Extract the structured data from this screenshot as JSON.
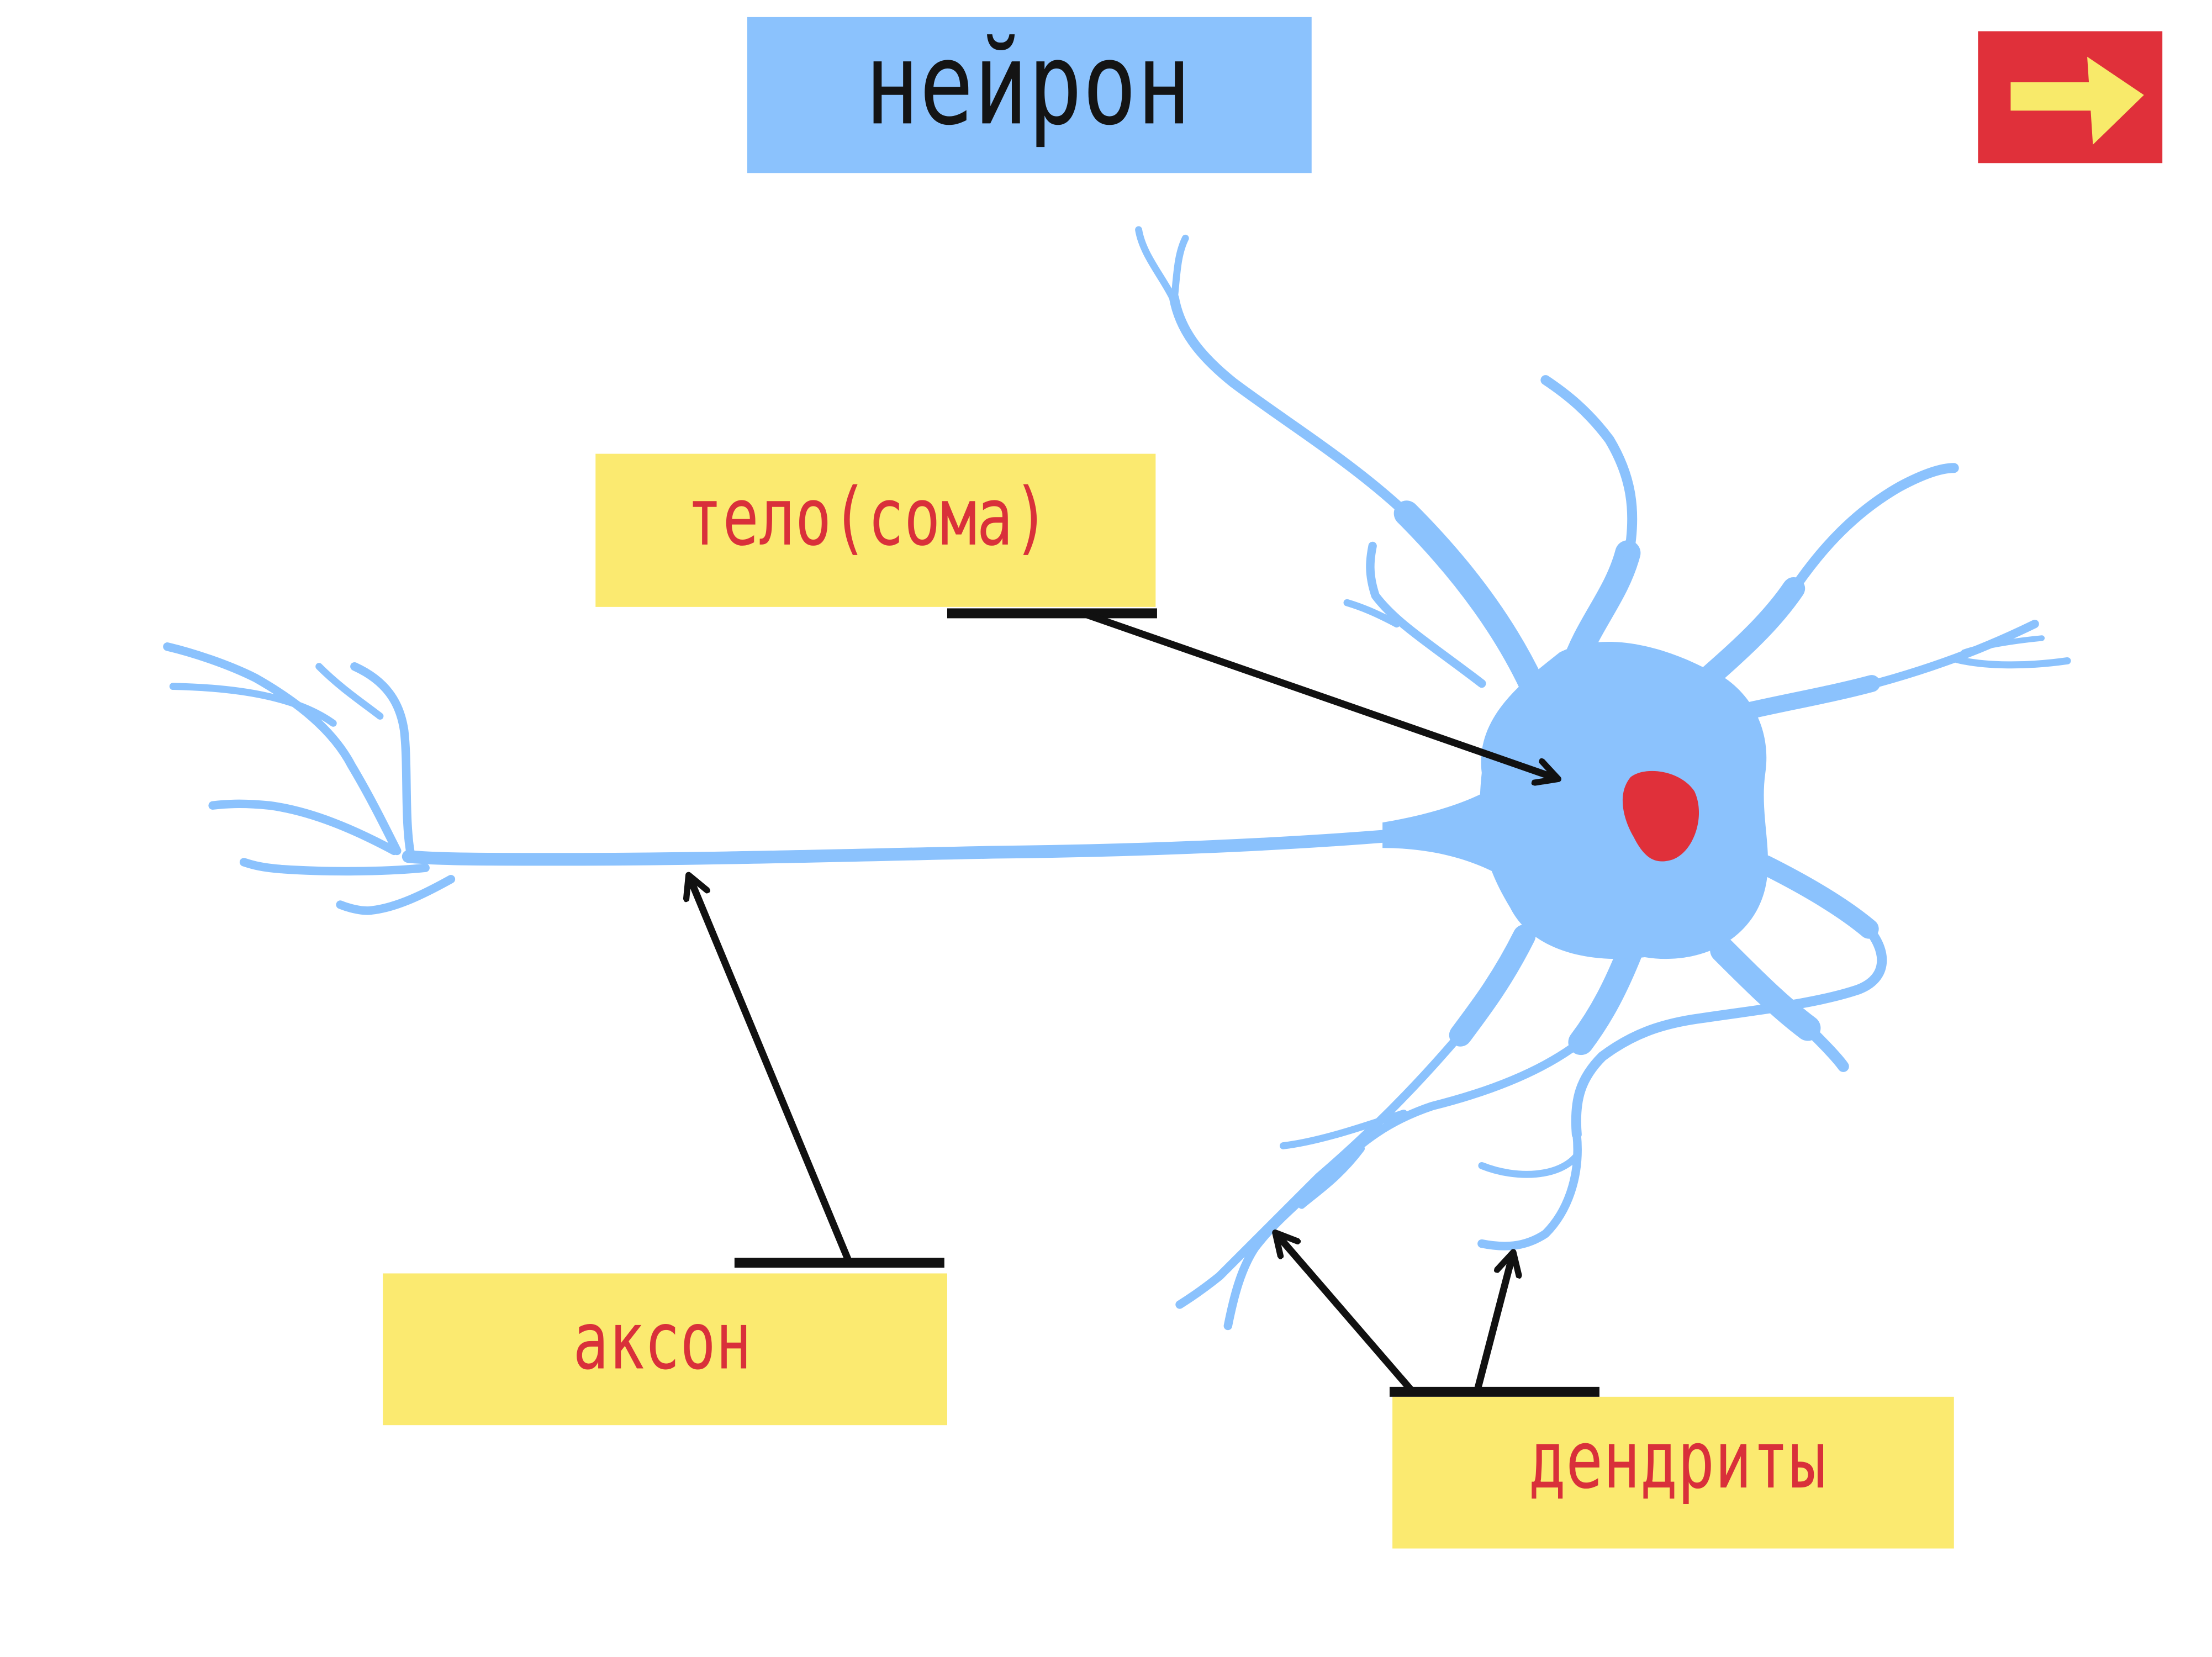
{
  "slide": {
    "title": "нейрон"
  },
  "labels": {
    "soma": "тело(сома)",
    "axon": "аксон",
    "dendrites": "дендриты"
  },
  "next_button": {
    "icon": "arrow-right-icon"
  },
  "colors": {
    "neuron": "#8bc2fd",
    "nucleus": "#e0303a",
    "title_bg": "#8bc2fd",
    "label_bg": "#fbea70",
    "label_text": "#d9303a",
    "button_bg": "#e0303a",
    "button_arrow": "#f8ea6a"
  }
}
